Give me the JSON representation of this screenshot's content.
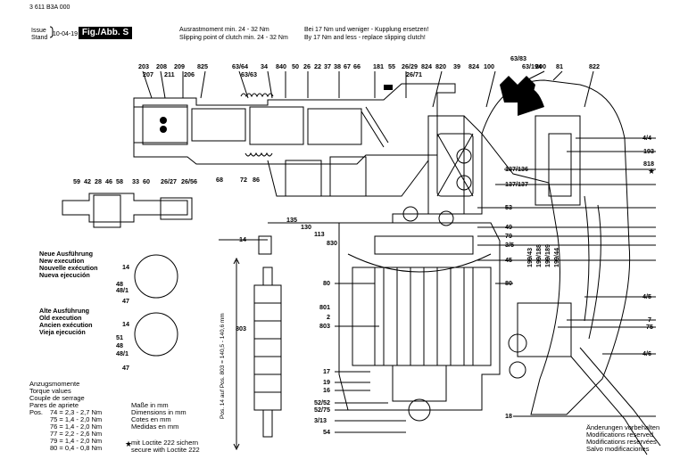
{
  "header": {
    "doc_number": "3 611 B3A 000",
    "issue_label": "Issue",
    "stand_label": "Stand",
    "date": "10-04-19",
    "fig_label": "Fig./Abb. S",
    "clutch_de_1": "Ausrastmoment min. 24 - 32 Nm",
    "clutch_en_1": "Slipping point of clutch min. 24 - 32 Nm",
    "clutch_de_2": "Bei 17 Nm und weniger - Kupplung ersetzen!",
    "clutch_en_2": "By 17 Nm and less - replace slipping clutch!"
  },
  "top_labels": [
    "203",
    "208",
    "209",
    "825",
    "63/64",
    "63/63",
    "34",
    "840",
    "50",
    "26",
    "22",
    "37",
    "38",
    "67",
    "66",
    "181",
    "55",
    "26/29",
    "26/71",
    "824",
    "820",
    "39",
    "824",
    "100",
    "63/83",
    "63/194",
    "200",
    "81",
    "822"
  ],
  "top_labels_row2": [
    "207",
    "211",
    "206"
  ],
  "right_labels": [
    "4/4",
    "193",
    "818",
    "137/136",
    "137/137",
    "53",
    "49",
    "79",
    "3/5",
    "45",
    "80",
    "199/43",
    "199/188",
    "199/189",
    "199/44",
    "4/5",
    "7",
    "75",
    "4/6",
    "18"
  ],
  "mid_labels": [
    "68",
    "72",
    "86",
    "135",
    "130",
    "113",
    "830",
    "17",
    "19",
    "16",
    "52/52",
    "52/75",
    "3/13",
    "54",
    "801",
    "2",
    "803",
    "80"
  ],
  "left_part_labels": [
    "59",
    "42",
    "28",
    "46",
    "58",
    "33",
    "60",
    "26/27",
    "26/56"
  ],
  "measure": {
    "label_14": "14",
    "label_803": "803",
    "vertical_text": "Pos. 14 auf Pos. 803 = 140,5 - 140,6 mm"
  },
  "new_exec": {
    "lines": [
      "Neue Ausführung",
      "New execution",
      "Nouvelle exécution",
      "Nueva ejecución"
    ],
    "labels": [
      "14",
      "48",
      "48/1",
      "47"
    ]
  },
  "old_exec": {
    "lines": [
      "Alte Ausführung",
      "Old execution",
      "Ancien exécution",
      "Vieja ejecución"
    ],
    "labels": [
      "14",
      "51",
      "48",
      "48/1",
      "47"
    ]
  },
  "torque": {
    "headers": [
      "Anzugsmomente",
      "Torque values",
      "Couple de serrage",
      "Pares de apriete"
    ],
    "pos_label": "Pos.",
    "rows": [
      "74 = 2,3 - 2,7 Nm",
      "75 = 1,4 - 2,0 Nm",
      "76 = 1,4 - 2,0 Nm",
      "77 = 2,2 - 2,6 Nm",
      "79 = 1,4 - 2,0 Nm",
      "80 = 0,4 - 0,8 Nm"
    ]
  },
  "units": [
    "Maße in mm",
    "Dimensions in mm",
    "Cotes en mm",
    "Medidas en mm"
  ],
  "loctite": [
    "mit Loctite 222 sichern",
    "secure with Loctite 222"
  ],
  "footer_right": [
    "Änderungen vorbehalten",
    "Modifications reserved",
    "Modifications reservées",
    "Salvo modificaciones"
  ]
}
